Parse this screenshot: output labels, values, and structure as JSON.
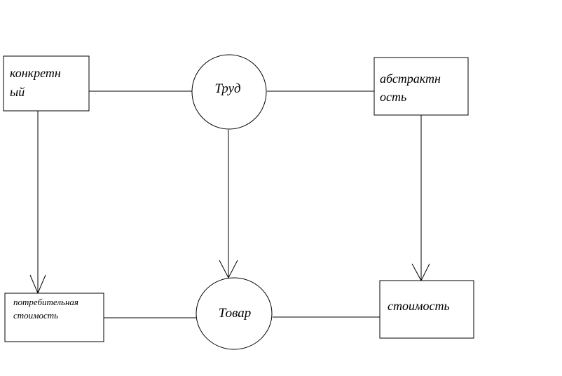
{
  "nodes": {
    "konkretny": {
      "line1": "конкретн",
      "line2": "ый"
    },
    "trud": {
      "label": "Труд"
    },
    "abstraktnost": {
      "line1": "абстрактн",
      "line2": "ость"
    },
    "potrebitelnaya": {
      "line1": "потребительная",
      "line2": "стоимость"
    },
    "tovar": {
      "label": "Товар"
    },
    "stoimost": {
      "label": "стоимость"
    }
  },
  "colors": {
    "stroke": "#000000",
    "fill": "#ffffff",
    "text": "#000000"
  }
}
